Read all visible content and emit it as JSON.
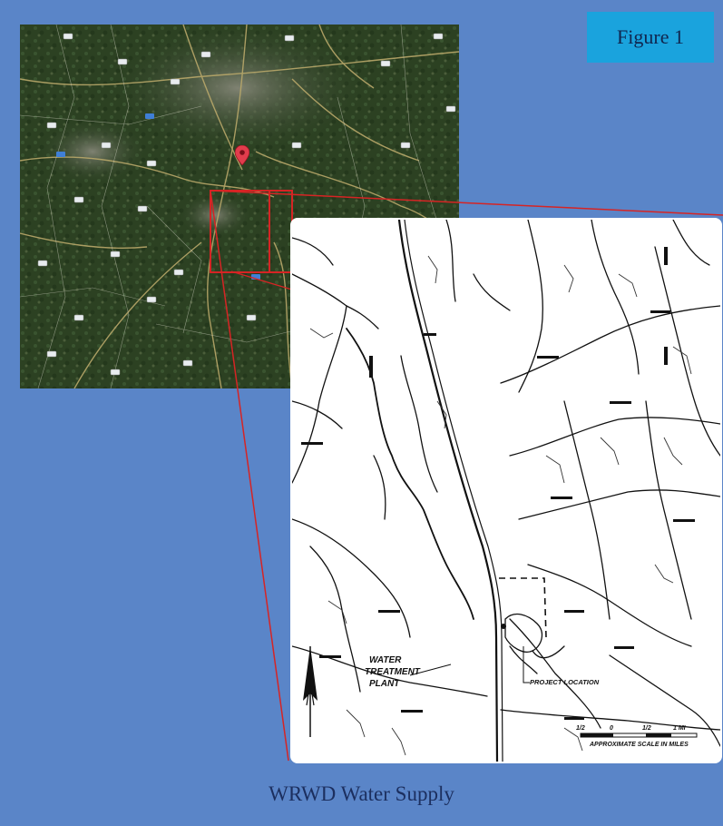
{
  "figure_label": "Figure 1",
  "caption": "WRWD Water Supply",
  "inset_map": {
    "labels": {
      "water_treatment_plant": [
        "WATER",
        "TREATMENT",
        "PLANT"
      ],
      "project_location": "PROJECT LOCATION",
      "scale_ticks": [
        "1/2",
        "0",
        "1/2",
        "1 MI"
      ],
      "scale_caption": "APPROXIMATE SCALE IN MILES"
    }
  },
  "colors": {
    "background": "#5a85c8",
    "badge": "#1aa3dd",
    "callout_lines": "#d62424",
    "marker": "#e23c4c"
  },
  "icons": [
    "map-pin-icon",
    "north-arrow-icon"
  ]
}
